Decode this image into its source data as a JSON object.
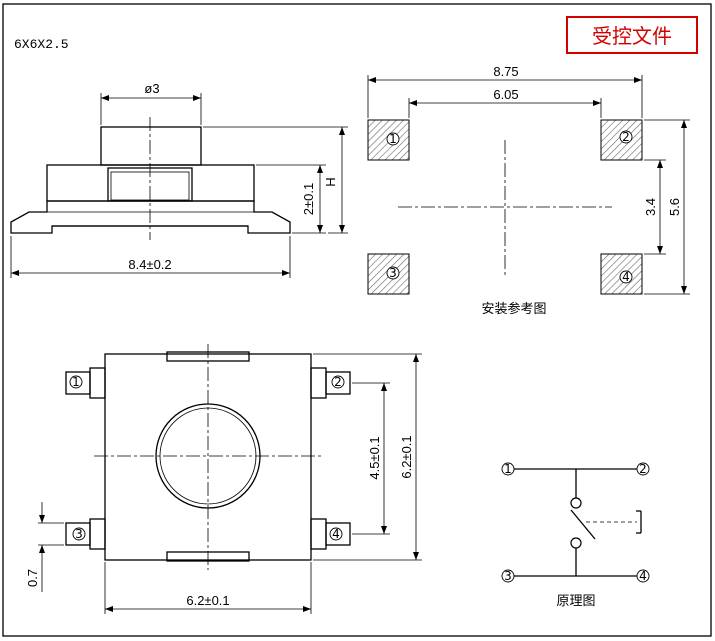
{
  "model": "6X6X2.5",
  "stamp": "受控文件",
  "dims": {
    "cap_dia": "ø3",
    "overall_width": "8.4±0.2",
    "body_height": "2±0.1",
    "height_h": "H",
    "pad_outer": "8.75",
    "pad_inner": "6.05",
    "pad_pitch_v": "3.4",
    "pad_outer_v": "5.6",
    "body_width": "6.2±0.1",
    "body_height_top": "6.2±0.1",
    "pin_pitch": "4.5±0.1",
    "pin_width": "0.7"
  },
  "captions": {
    "mount": "安装参考图",
    "schematic": "原理图"
  },
  "pins": [
    "1",
    "2",
    "3",
    "4"
  ],
  "colors": {
    "stamp": "#d40000",
    "line": "#000000"
  }
}
